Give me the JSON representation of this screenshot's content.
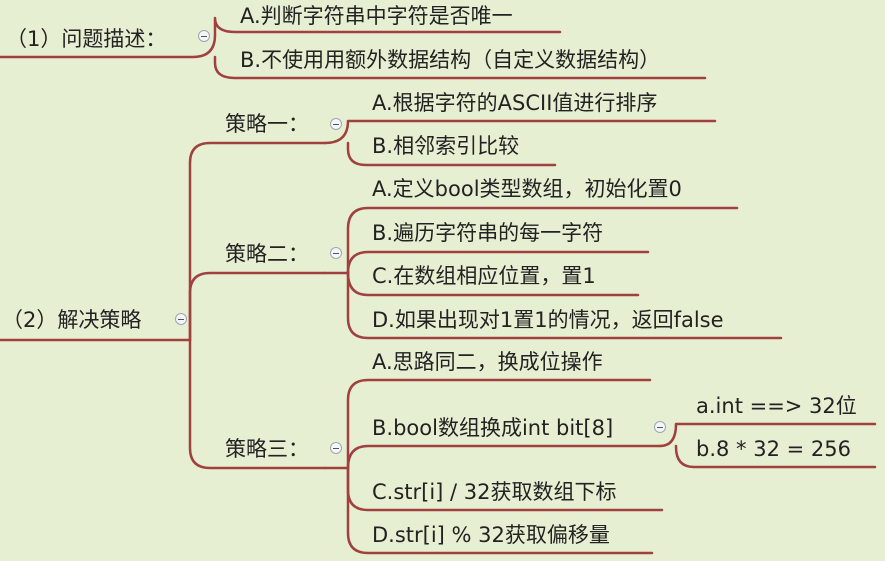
{
  "mindmap": {
    "sec1": {
      "title": "（1）问题描述：",
      "a": "A.判断字符串中字符是否唯一",
      "b": "B.不使用用额外数据结构（自定义数据结构）"
    },
    "sec2": {
      "title": "（2）解决策略",
      "s1": {
        "title": "策略一：",
        "items": [
          "A.根据字符的ASCII值进行排序",
          "B.相邻索引比较"
        ]
      },
      "s2": {
        "title": "策略二：",
        "items": [
          "A.定义bool类型数组，初始化置0",
          "B.遍历字符串的每一字符",
          "C.在数组相应位置，置1",
          "D.如果出现对1置1的情况，返回false"
        ]
      },
      "s3": {
        "title": "策略三：",
        "items": [
          "A.思路同二，换成位操作",
          "B.bool数组换成int bit[8]",
          "C.str[i] / 32获取数组下标",
          "D.str[i] % 32获取偏移量"
        ],
        "sub": [
          "a.int ==> 32位",
          "b.8 * 32 = 256"
        ]
      }
    }
  },
  "colors": {
    "line": "#a0413f",
    "background": "#e6efd2"
  }
}
